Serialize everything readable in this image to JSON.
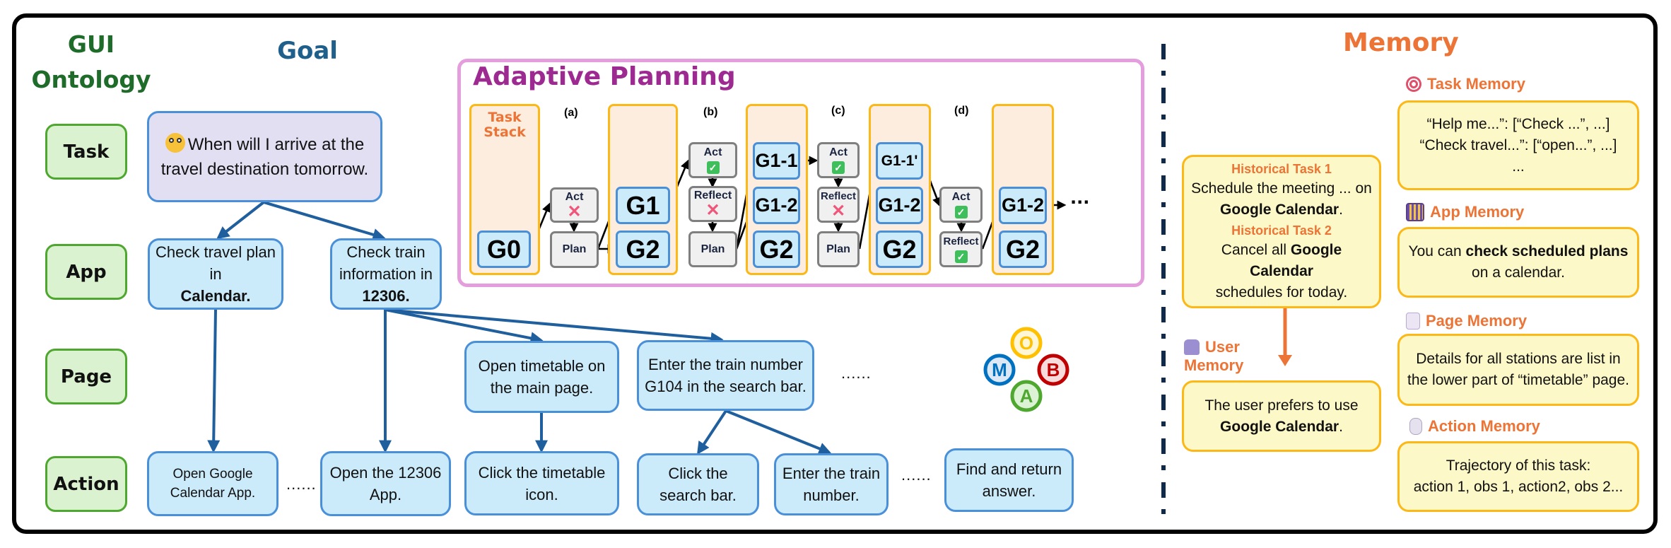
{
  "ontology": {
    "title": "GUI Ontology",
    "title_line1": "GUI",
    "title_line2": "Ontology",
    "levels": [
      "Task",
      "App",
      "Page",
      "Action"
    ]
  },
  "goal": {
    "title": "Goal",
    "task": {
      "icon": "thinking-face-icon",
      "text": "When will I arrive at the travel destination tomorrow."
    },
    "apps": [
      {
        "text": "Check travel plan in",
        "bold": "Calendar."
      },
      {
        "text": "Check train information in",
        "bold": "12306."
      }
    ],
    "pages": [
      {
        "text": "Open timetable on the main page."
      },
      {
        "text": "Enter the train number G104 in the search bar."
      }
    ],
    "page_ellipsis": "......",
    "actions": [
      {
        "text": "Open Google Calendar App."
      },
      {
        "text": "Open the 12306 App."
      },
      {
        "text": "Click the timetable icon."
      },
      {
        "text": "Click the search bar."
      },
      {
        "text": "Enter the train number."
      },
      {
        "text": "Find and return answer."
      }
    ],
    "action_ellipsis_1": "......",
    "action_ellipsis_2": "......"
  },
  "logo": {
    "letters": [
      "O",
      "M",
      "B",
      "A"
    ],
    "colors": {
      "O": "#FFC000",
      "M": "#0070C0",
      "B": "#C00000",
      "A": "#4EA72E"
    }
  },
  "planning": {
    "title": "Adaptive Planning",
    "stack_label": "Task Stack",
    "phases": [
      "(a)",
      "(b)",
      "(c)",
      "(d)"
    ],
    "stacks": [
      [
        "G0"
      ],
      [
        "G1",
        "G2"
      ],
      [
        "G1-1",
        "G1-2",
        "G2"
      ],
      [
        "G1-1'",
        "G1-2",
        "G2"
      ],
      [
        "G1-2",
        "G2"
      ]
    ],
    "steps": {
      "a": [
        {
          "label": "Act",
          "status": "fail"
        },
        {
          "label": "Plan",
          "status": ""
        }
      ],
      "b": [
        {
          "label": "Act",
          "status": "success"
        },
        {
          "label": "Reflect",
          "status": "fail"
        },
        {
          "label": "Plan",
          "status": ""
        }
      ],
      "c": [
        {
          "label": "Act",
          "status": "success"
        },
        {
          "label": "Reflect",
          "status": "fail"
        },
        {
          "label": "Plan",
          "status": ""
        }
      ],
      "d": [
        {
          "label": "Act",
          "status": "success"
        },
        {
          "label": "Reflect",
          "status": "success"
        }
      ]
    },
    "continuation": "..."
  },
  "memory": {
    "title": "Memory",
    "historical": [
      {
        "heading": "Historical Task 1",
        "pre": "Schedule the meeting ... on",
        "bold": "Google Calendar",
        "post": "."
      },
      {
        "heading": "Historical Task 2",
        "pre": "Cancel all",
        "bold": "Google Calendar",
        "post": "schedules for today."
      }
    ],
    "user": {
      "label": "User Memory",
      "label_line1": "User",
      "label_line2": "Memory",
      "pre": "The user prefers to use",
      "bold": "Google Calendar",
      "post": "."
    },
    "task": {
      "label": "Task Memory",
      "lines": [
        "“Help me...”: [“Check ...”, ...]",
        "“Check travel...”: [“open...”, ...]",
        "..."
      ]
    },
    "app": {
      "label": "App Memory",
      "pre": "You can",
      "bold": "check scheduled plans",
      "post": "on a calendar."
    },
    "page": {
      "label": "Page Memory",
      "lines": [
        "Details for all stations are list in",
        "the lower part of “timetable” page."
      ]
    },
    "action": {
      "label": "Action Memory",
      "lines": [
        "Trajectory of this task:",
        "action 1, obs 1, action2, obs 2..."
      ]
    }
  },
  "colors": {
    "ontology_green": "#1E6B2A",
    "goal_blue": "#1F5F8B",
    "planning_purple": "#9C2A91",
    "memory_orange": "#EB7436",
    "arrow_blue": "#1F5F9E"
  }
}
